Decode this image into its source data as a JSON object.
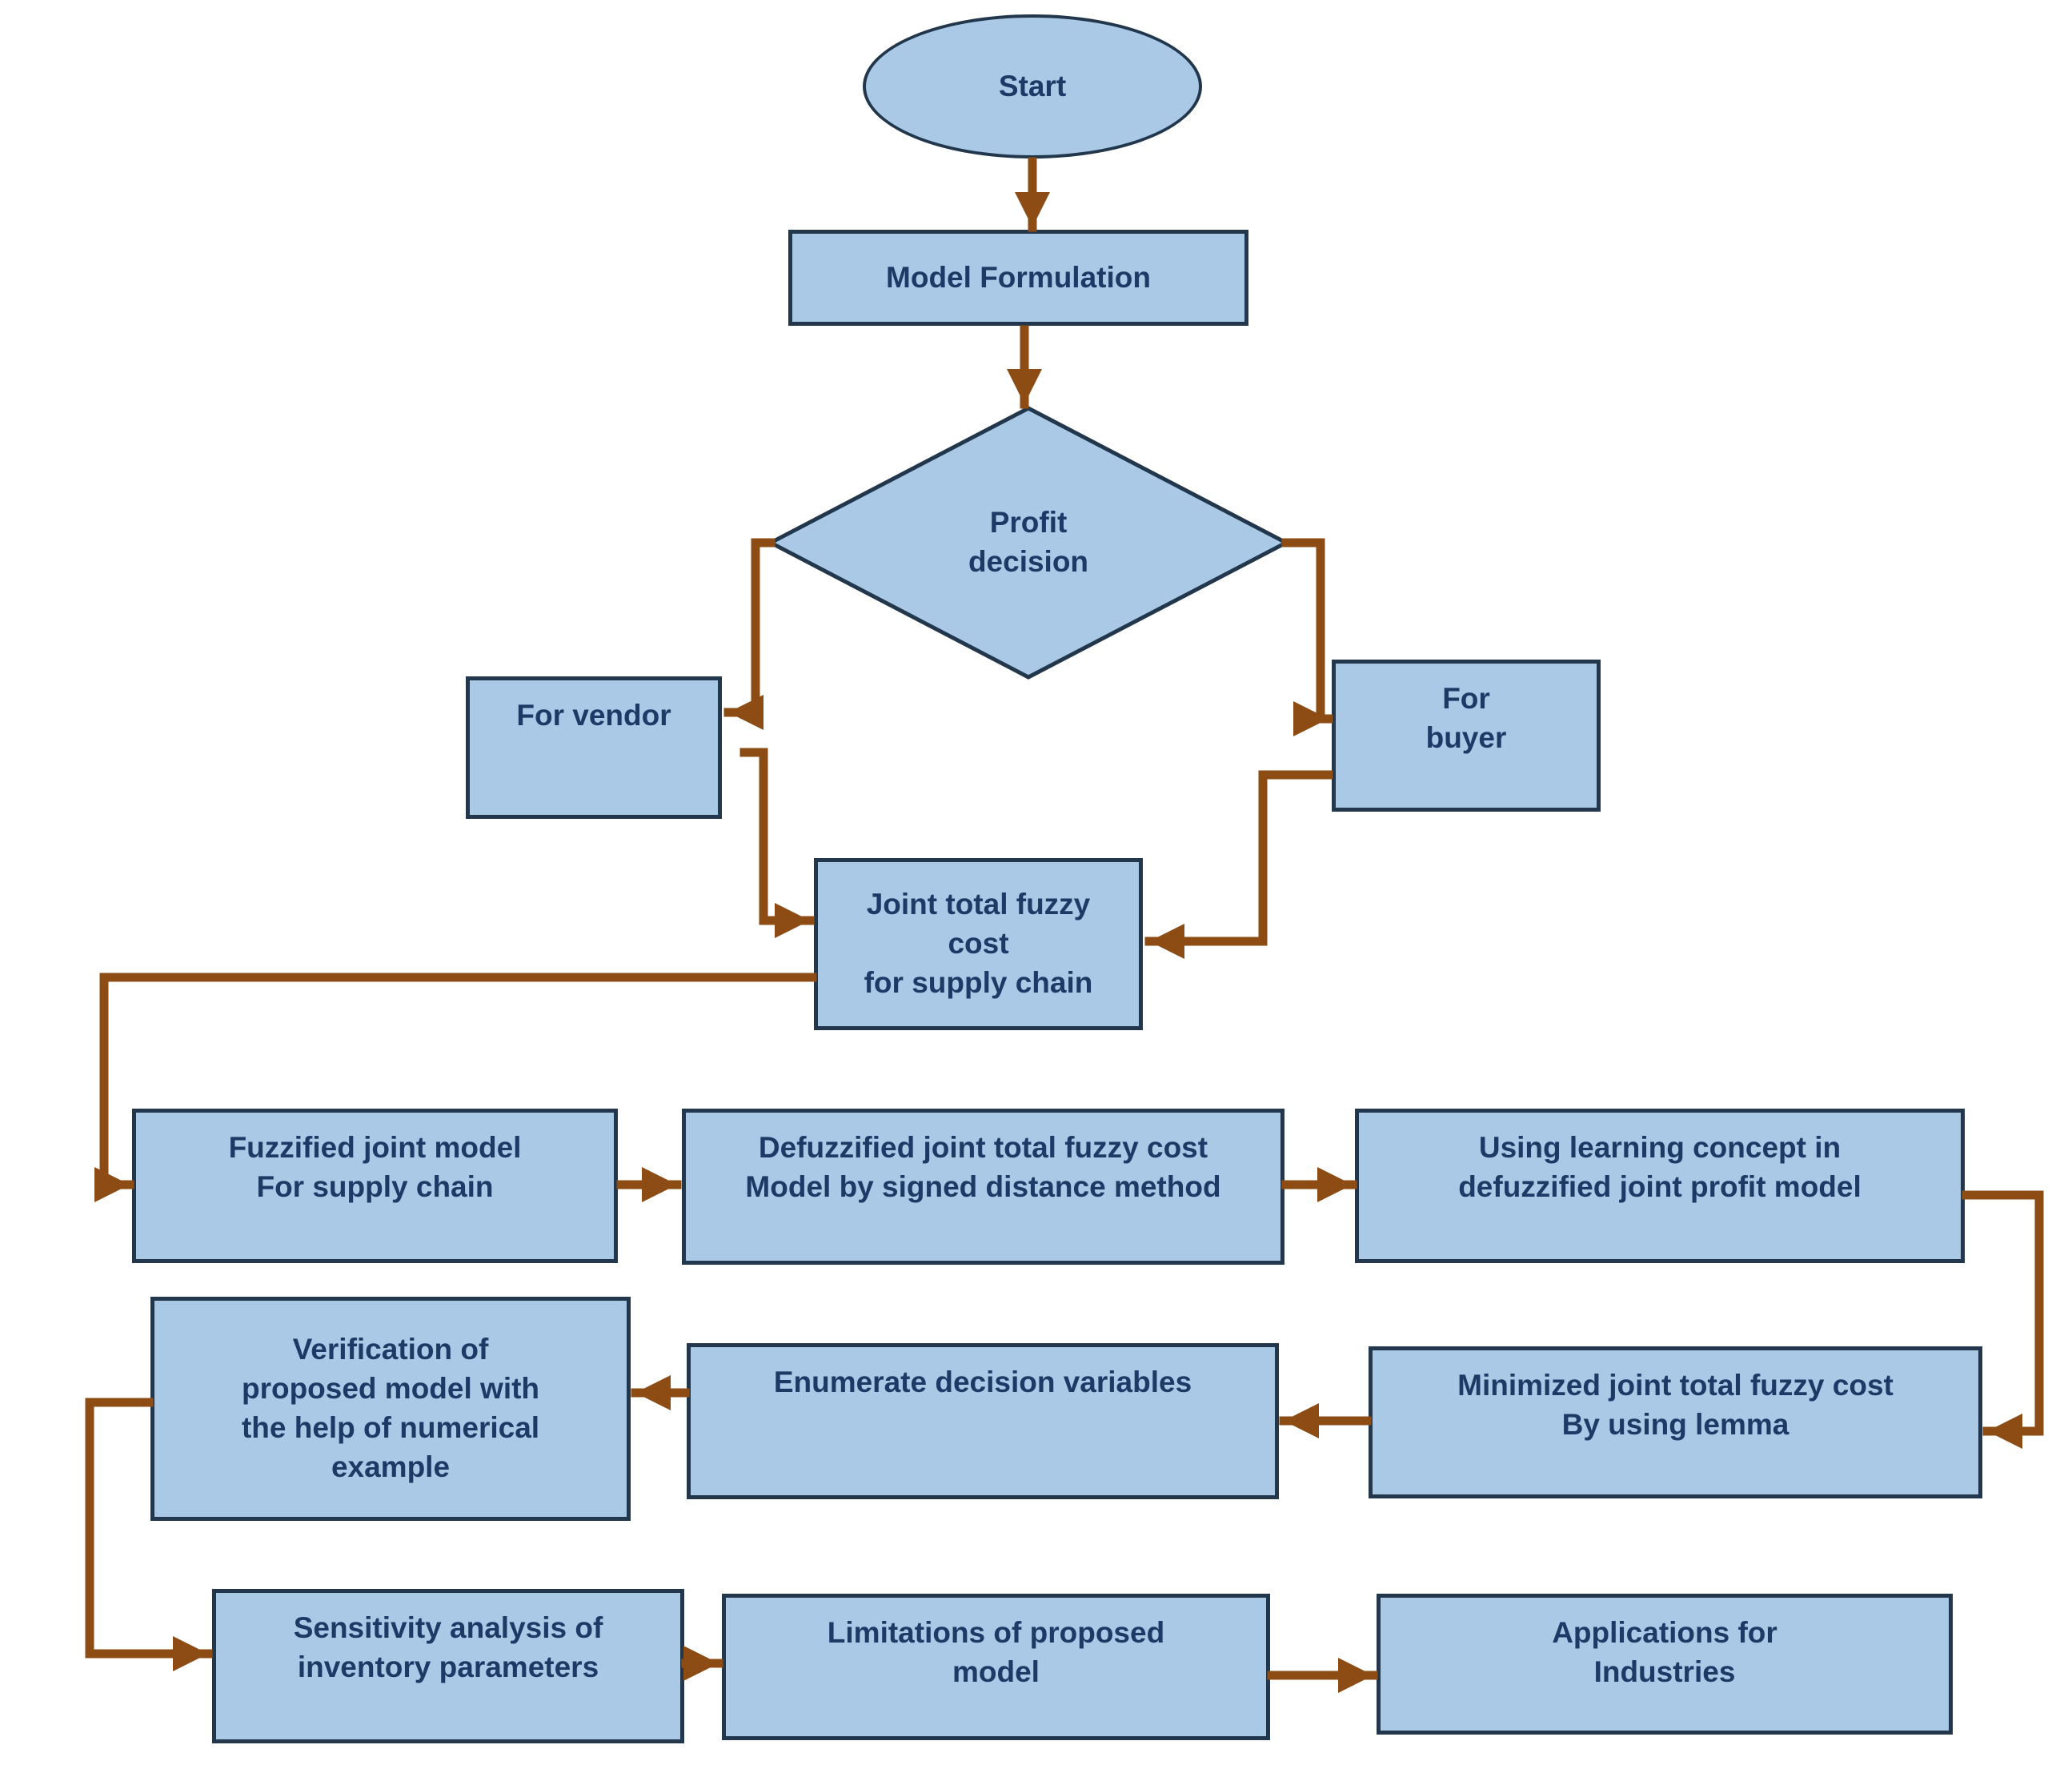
{
  "colors": {
    "node_fill": "#a9c9e6",
    "node_border": "#22374b",
    "arrow_color": "#8e4c15",
    "text_color": "#1d3a66",
    "background": "#ffffff"
  },
  "nodes": {
    "start": {
      "label": "Start",
      "shape": "ellipse"
    },
    "model_formulation": {
      "label": "Model Formulation",
      "shape": "rectangle"
    },
    "profit_decision": {
      "label": "Profit\ndecision",
      "shape": "diamond"
    },
    "for_vendor": {
      "label": "For vendor",
      "shape": "rectangle"
    },
    "for_buyer": {
      "label": "For\nbuyer",
      "shape": "rectangle"
    },
    "joint_total": {
      "label": "Joint total fuzzy\ncost\nfor supply chain",
      "shape": "rectangle"
    },
    "fuzzified": {
      "label": "Fuzzified joint model\nFor supply chain",
      "shape": "rectangle"
    },
    "defuzzified": {
      "label": "Defuzzified joint total fuzzy cost\nModel by signed distance method",
      "shape": "rectangle"
    },
    "learning": {
      "label": "Using learning concept in\ndefuzzified joint profit model",
      "shape": "rectangle"
    },
    "verification": {
      "label": "Verification of\nproposed model with\nthe help of numerical\nexample",
      "shape": "rectangle"
    },
    "enumerate": {
      "label": "Enumerate decision variables",
      "shape": "rectangle"
    },
    "minimized": {
      "label": "Minimized joint total fuzzy cost\nBy using lemma",
      "shape": "rectangle"
    },
    "sensitivity": {
      "label": "Sensitivity analysis of\ninventory parameters",
      "shape": "rectangle"
    },
    "limitations": {
      "label": "Limitations of proposed\nmodel",
      "shape": "rectangle"
    },
    "applications": {
      "label": "Applications for\nIndustries",
      "shape": "rectangle"
    }
  },
  "edges": [
    {
      "from": "start",
      "to": "model_formulation"
    },
    {
      "from": "model_formulation",
      "to": "profit_decision"
    },
    {
      "from": "profit_decision",
      "to": "for_vendor"
    },
    {
      "from": "profit_decision",
      "to": "for_buyer"
    },
    {
      "from": "for_vendor",
      "to": "joint_total"
    },
    {
      "from": "for_buyer",
      "to": "joint_total"
    },
    {
      "from": "joint_total",
      "to": "fuzzified"
    },
    {
      "from": "fuzzified",
      "to": "defuzzified"
    },
    {
      "from": "defuzzified",
      "to": "learning"
    },
    {
      "from": "learning",
      "to": "minimized"
    },
    {
      "from": "minimized",
      "to": "enumerate"
    },
    {
      "from": "enumerate",
      "to": "verification"
    },
    {
      "from": "verification",
      "to": "sensitivity"
    },
    {
      "from": "sensitivity",
      "to": "limitations"
    },
    {
      "from": "limitations",
      "to": "applications"
    }
  ]
}
